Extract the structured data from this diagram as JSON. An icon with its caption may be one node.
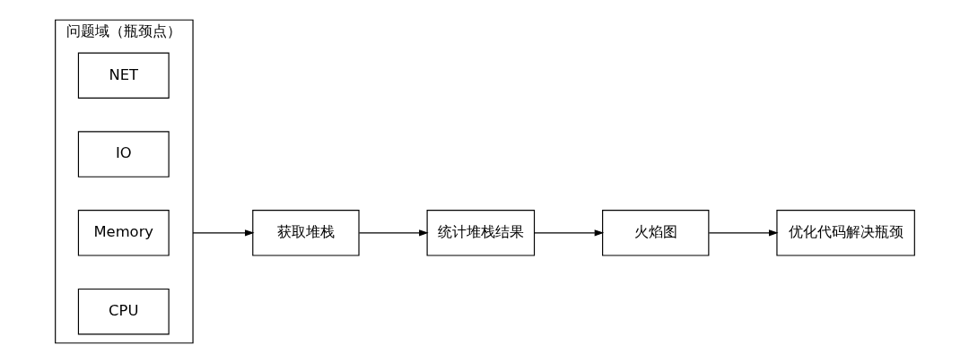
{
  "diagram": {
    "nodes": [
      {
        "text": [
          "问题域（瓶颈点）"
        ]
      },
      {
        "text": [
          "CPU"
        ],
        "in": 0
      },
      {
        "text": [
          "Memory"
        ],
        "in": 0
      },
      {
        "text": [
          "IO"
        ],
        "in": 0
      },
      {
        "text": [
          "NET"
        ],
        "in": 0
      },
      {
        "text": [
          "获取堆栈"
        ]
      },
      {
        "text": [
          "统计堆栈结果"
        ]
      },
      {
        "text": [
          "火焰图"
        ]
      },
      {
        "text": [
          "优化代码解决瓶颈"
        ]
      }
    ],
    "edges": [
      {
        "from": 0,
        "to": 5,
        "arrow": "to"
      },
      {
        "from": 5,
        "to": 6,
        "arrow": "to"
      },
      {
        "from": 6,
        "to": 7,
        "arrow": "to"
      },
      {
        "from": 7,
        "to": 8,
        "arrow": "to"
      }
    ]
  }
}
